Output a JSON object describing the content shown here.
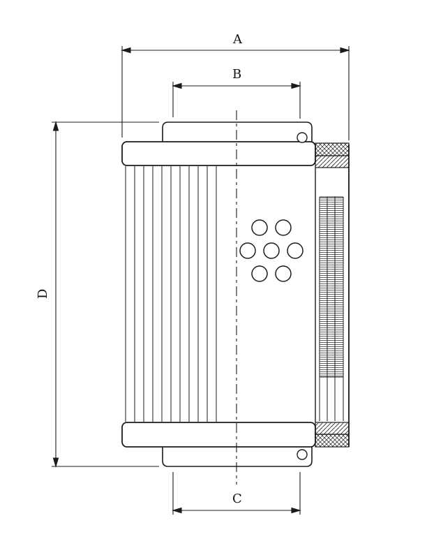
{
  "page": {
    "background": "#ffffff",
    "line_color": "#1b1b1b"
  },
  "drawing": {
    "kind": "technical-drawing",
    "subject": "hydraulic filter element cross-section",
    "view": "side elevation with section hatching"
  },
  "dimensions": {
    "a": {
      "label": "A",
      "orientation": "horizontal",
      "position": "top-outer"
    },
    "b": {
      "label": "B",
      "orientation": "horizontal",
      "position": "top-inner"
    },
    "c": {
      "label": "C",
      "orientation": "horizontal",
      "position": "bottom"
    },
    "d": {
      "label": "D",
      "orientation": "vertical",
      "position": "left"
    }
  }
}
